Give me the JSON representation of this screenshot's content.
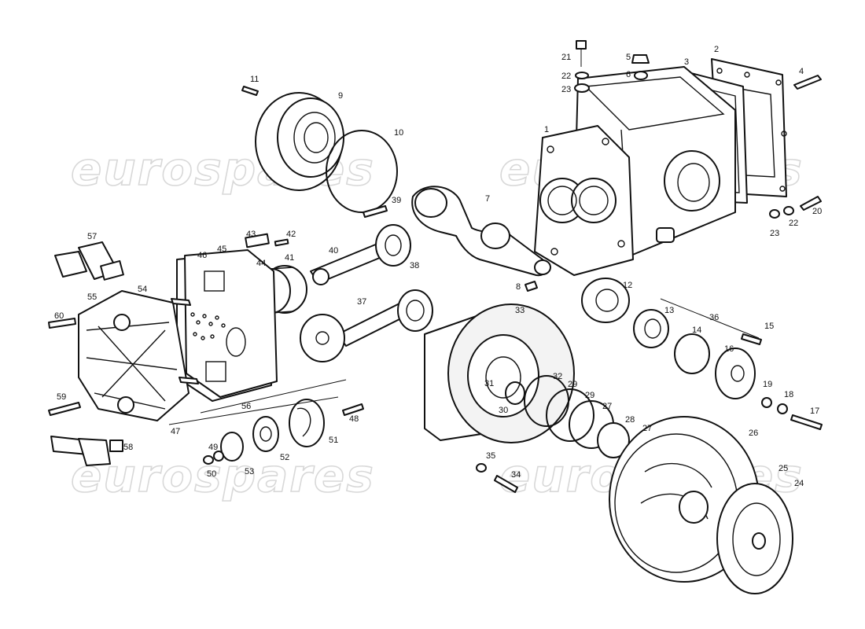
{
  "watermark": {
    "text": "eurospares",
    "color": "#d9d9d9"
  },
  "callouts": [
    "1",
    "2",
    "3",
    "4",
    "5",
    "6",
    "7",
    "8",
    "9",
    "10",
    "11",
    "12",
    "13",
    "14",
    "15",
    "16",
    "17",
    "18",
    "19",
    "20",
    "21",
    "22",
    "22",
    "23",
    "23",
    "24",
    "25",
    "26",
    "27",
    "27",
    "28",
    "29",
    "29",
    "30",
    "31",
    "32",
    "33",
    "34",
    "35",
    "36",
    "37",
    "38",
    "39",
    "40",
    "41",
    "42",
    "43",
    "44",
    "45",
    "46",
    "47",
    "48",
    "49",
    "50",
    "51",
    "52",
    "53",
    "54",
    "55",
    "56",
    "57",
    "58",
    "59",
    "60"
  ],
  "colors": {
    "line": "#111111",
    "background": "#ffffff"
  }
}
